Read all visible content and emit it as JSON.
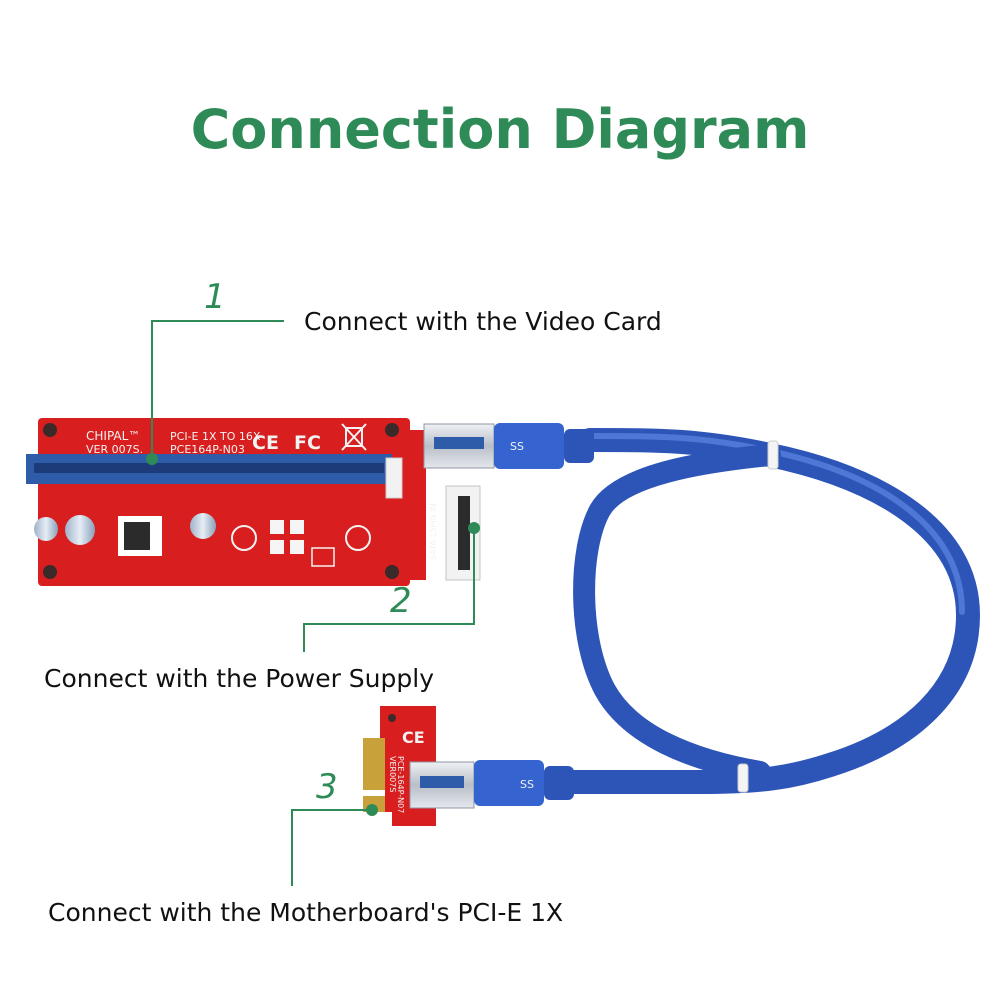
{
  "title": "Connection Diagram",
  "colors": {
    "accent": "#2e8b57",
    "pcb_red": "#d81e1e",
    "slot_blue": "#2f5ca8",
    "cable_blue": "#3563cf",
    "metal": "#c9ced6",
    "text": "#111111"
  },
  "callouts": [
    {
      "number": "1",
      "text": "Connect with the Video Card"
    },
    {
      "number": "2",
      "text": "Connect with the Power Supply"
    },
    {
      "number": "3",
      "text": "Connect with the Motherboard's PCI-E 1X"
    }
  ],
  "riser_board": {
    "brand": "CHIPAL™",
    "version": "VER 007S.",
    "spec": "PCI-E 1X TO 16X",
    "model": "PCE164P-N03",
    "marks": [
      "CE",
      "FC"
    ],
    "sata_label": "SATA 15PIN IN"
  },
  "adapter_board": {
    "marks": [
      "CE"
    ],
    "model": "PCE-164P-N07",
    "version": "VER007S"
  }
}
